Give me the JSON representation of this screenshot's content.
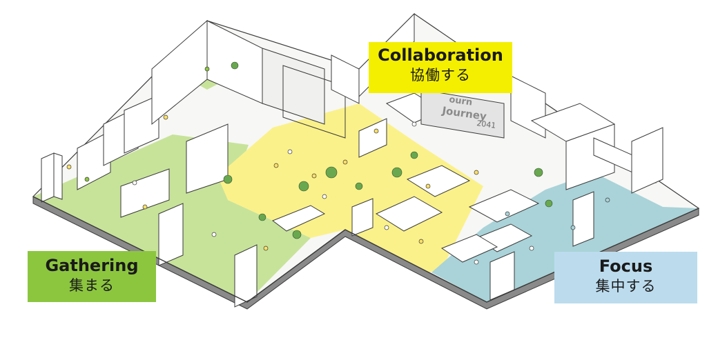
{
  "zones": {
    "collaboration": {
      "title": "Collaboration",
      "subtitle": "協働する",
      "color": "#f4ef00"
    },
    "gathering": {
      "title": "Gathering",
      "subtitle": "集まる",
      "color": "#8cc63f"
    },
    "focus": {
      "title": "Focus",
      "subtitle": "集中する",
      "color": "#bcdcee"
    }
  },
  "banner": {
    "line1": "ourn",
    "line2": "Journey",
    "line3": "2041"
  },
  "palette": {
    "floor_green": "#c7e39a",
    "floor_yellow": "#fbf18a",
    "floor_blue": "#a9d3d8",
    "floor_white": "#f7f7f5",
    "line": "#3a3a3a",
    "plant": "#6aa84f"
  }
}
